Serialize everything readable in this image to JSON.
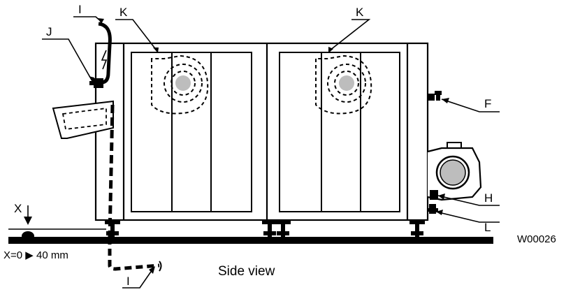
{
  "diagram": {
    "caption": "Side view",
    "figure_code": "W00026",
    "dimension_label": "X",
    "dimension_range": "X=0 ▶ 40 mm",
    "callouts": {
      "I_top": "I",
      "I_bottom": "I",
      "J": "J",
      "K_left": "K",
      "K_right": "K",
      "F": "F",
      "H": "H",
      "L": "L"
    },
    "colors": {
      "line": "#000000",
      "fill_grey": "#bdbdbd",
      "background": "#ffffff"
    }
  }
}
